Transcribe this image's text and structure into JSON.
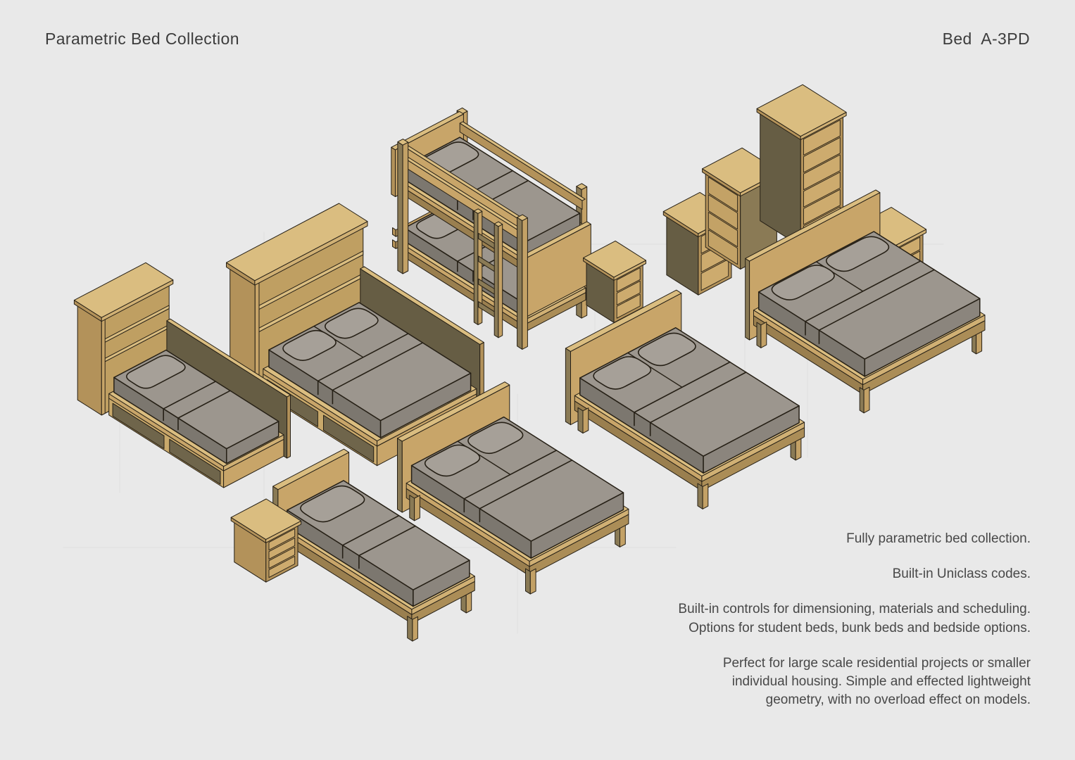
{
  "header": {
    "title": "Parametric Bed Collection",
    "product_code": "Bed A-3PD"
  },
  "description": {
    "paragraphs": [
      "Fully parametric bed collection.",
      "Built-in Uniclass codes.",
      "Built-in controls for dimensioning, materials and scheduling. Options for student beds, bunk beds and bedside options.",
      "Perfect for large scale residential projects or smaller individual housing. Simple and effected lightweight geometry, with no overload effect on models."
    ]
  },
  "scene": {
    "items": [
      {
        "name": "bunk-bed"
      },
      {
        "name": "bedside-table-small",
        "drawers": 3
      },
      {
        "name": "bedside-table-medium",
        "drawers": 3
      },
      {
        "name": "bedside-chest-4-drawer",
        "drawers": 4
      },
      {
        "name": "tall-chest-6-drawer",
        "drawers": 6
      },
      {
        "name": "bedside-table-king",
        "drawers": 3
      },
      {
        "name": "king-bed"
      },
      {
        "name": "storage-double-bed"
      },
      {
        "name": "storage-single-bed"
      },
      {
        "name": "double-bed-large"
      },
      {
        "name": "double-bed"
      },
      {
        "name": "single-bed"
      },
      {
        "name": "bedside-table-single-bed",
        "drawers": 4
      }
    ]
  },
  "colors": {
    "background": "#e9e9e9",
    "outline": "#262016",
    "woodTop": "#dabd80",
    "woodLight": "#c8a569",
    "woodLight2": "#d0b074",
    "woodMid": "#b3925a",
    "woodMid2": "#ab8d57",
    "woodEdgeDark": "#8a7a55",
    "woodInterior": "#bf9f62",
    "woodDark": "#665d44",
    "drawerDark": "#6f654b",
    "drawerLightX": "#cdab6e",
    "drawerLightY": "#c3a266",
    "mattressTop": "#9c968e",
    "mattressRight": "#8b857d",
    "mattressLeft": "#7c776f",
    "pillow": "#a6a098",
    "refLine": "#dedede",
    "textPrimary": "#3c3c3c",
    "textSecondary": "#484848"
  }
}
